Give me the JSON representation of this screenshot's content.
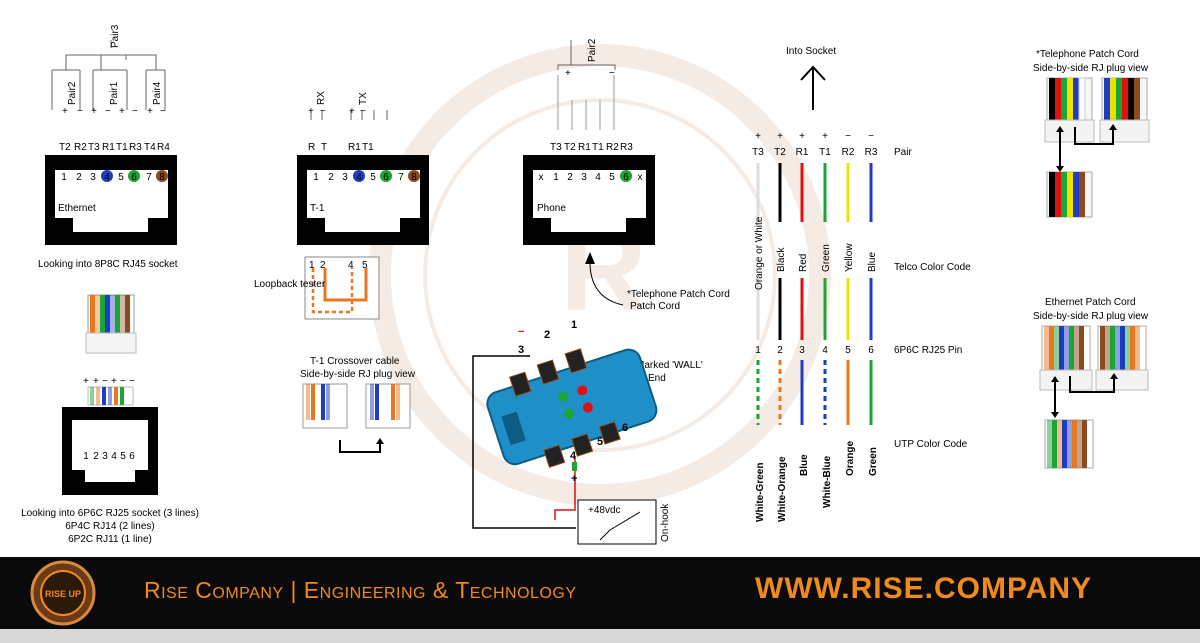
{
  "colors": {
    "orange": "#e87722",
    "green": "#1aa632",
    "blue": "#1f3dbf",
    "brown": "#8b4a1f",
    "accent": "#f08a1c",
    "red": "#e01010",
    "yellow": "#f0e000",
    "black": "#000000"
  },
  "rj45": {
    "pair_labels": [
      "Pair2",
      "Pair3",
      "Pair1",
      "Pair4"
    ],
    "signs": [
      "+",
      "−",
      "+",
      "−",
      "+",
      "−",
      "+",
      "−"
    ],
    "pins": [
      "T2",
      "R2",
      "T3",
      "R1",
      "T1",
      "R3",
      "T4",
      "R4"
    ],
    "numbers": [
      "1",
      "2",
      "3",
      "4",
      "5",
      "6",
      "7",
      "8"
    ],
    "name": "Ethernet",
    "caption": "Looking into 8P8C RJ45 socket"
  },
  "t1": {
    "rx": "RX",
    "tx": "TX",
    "pins": [
      "R",
      "T",
      "R1",
      "T1"
    ],
    "numbers": [
      "1",
      "2",
      "3",
      "4",
      "5",
      "6",
      "7",
      "8"
    ],
    "name": "T-1",
    "loop_pins": [
      "1",
      "2",
      "4",
      "5"
    ],
    "loopback": "Loopback tester",
    "crossover": "T-1 Crossover cable",
    "crossover_sub": "Side-by-side RJ plug view"
  },
  "phone": {
    "pair": "Pair2",
    "pins": [
      "T3",
      "T2",
      "R1",
      "T1",
      "R2",
      "R3"
    ],
    "numbers": [
      "x",
      "1",
      "2",
      "3",
      "4",
      "5",
      "6",
      "x"
    ],
    "name": "Phone",
    "cord": "*Telephone Patch Cord",
    "marked": "Marked 'WALL' End"
  },
  "rj25": {
    "signs": [
      "+",
      "+",
      "−",
      "+",
      "−",
      "−"
    ],
    "numbers": [
      "1",
      "2",
      "3",
      "4",
      "5",
      "6"
    ],
    "caption_lines": [
      "Looking into 6P6C RJ25 socket (3 lines)",
      "6P4C RJ14 (2 lines)",
      "6P2C RJ11 (1 line)"
    ]
  },
  "tester": {
    "numbers": [
      "1",
      "2",
      "3",
      "4",
      "5",
      "6"
    ],
    "power": "+48vdc",
    "onhook": "On-hook",
    "minus": "−",
    "plus": "+"
  },
  "codes": {
    "into_socket": "Into Socket",
    "signs": [
      "+",
      "+",
      "+",
      "+",
      "−",
      "−"
    ],
    "pins": [
      "T3",
      "T2",
      "R1",
      "T1",
      "R2",
      "R3"
    ],
    "pair": "Pair",
    "telco": [
      "Orange or White",
      "Black",
      "Red",
      "Green",
      "Yellow",
      "Blue"
    ],
    "telco_label": "Telco Color Code",
    "rj25_pins": [
      "1",
      "2",
      "3",
      "4",
      "5",
      "6"
    ],
    "rj25_label": "6P6C RJ25 Pin",
    "utp": [
      "White-Green",
      "White-Orange",
      "Blue",
      "White-Blue",
      "Orange",
      "Green"
    ],
    "utp_label": "UTP Color Code"
  },
  "patch": {
    "tel_title": "*Telephone Patch Cord",
    "tel_sub": "Side-by-side RJ plug view",
    "eth_title": "Ethernet Patch Cord",
    "eth_sub": "Side-by-side RJ plug view"
  },
  "footer": {
    "company": "Rise Company | Engineering & Technology",
    "site": "WWW.RISE.COMPANY",
    "logo_text": "RISE UP"
  }
}
